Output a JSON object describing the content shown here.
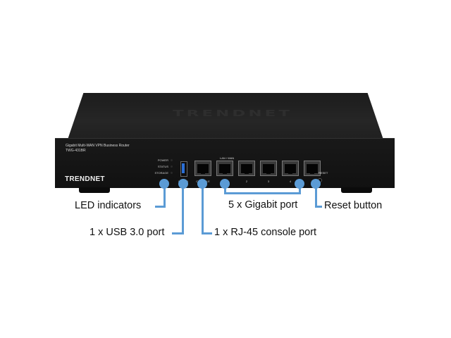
{
  "device": {
    "top_logo": "TRENDNET",
    "model_line1": "Gigabit Multi-WAN VPN Business Router",
    "model_line2": "TWG-431BR",
    "brand": "TRENDNET",
    "led_labels": [
      "POWER",
      "STATUS",
      "STORAGE"
    ],
    "usb_label": "USB3.0",
    "console_label": "CONSOLE",
    "lan_wan_label": "LAN / WAN",
    "port_numbers": [
      "1",
      "2",
      "3",
      "4",
      "5"
    ],
    "reset_label": "RESET"
  },
  "callouts": {
    "led": "LED indicators",
    "usb": "1 x USB 3.0 port",
    "console": "1 x RJ-45 console port",
    "gigabit": "5 x Gigabit port",
    "reset": "Reset button"
  },
  "colors": {
    "callout": "#5b9bd5",
    "device_body": "#151515",
    "usb_accent": "#2b6fd6"
  }
}
